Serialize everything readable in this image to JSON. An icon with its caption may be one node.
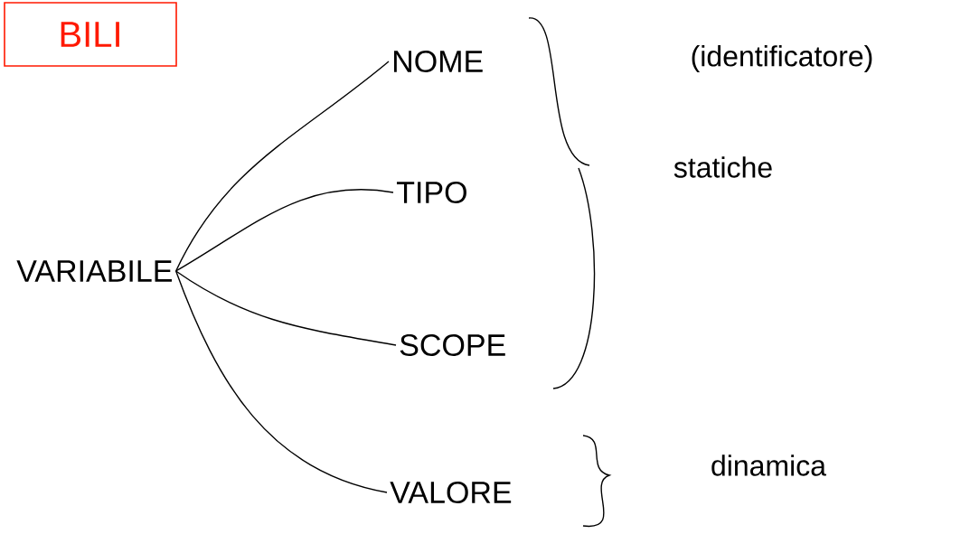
{
  "diagram": {
    "nodes": [
      {
        "text": [
          "BILI"
        ]
      },
      {
        "text": [
          "VARIABILE"
        ]
      },
      {
        "text": [
          "NOME"
        ]
      },
      {
        "text": [
          "TIPO"
        ]
      },
      {
        "text": [
          "SCOPE"
        ]
      },
      {
        "text": [
          "VALORE"
        ]
      }
    ],
    "edges": [
      {
        "from": 1,
        "to": 2,
        "arrow": "none"
      },
      {
        "from": 1,
        "to": 3,
        "arrow": "none"
      },
      {
        "from": 1,
        "to": 4,
        "arrow": "none"
      },
      {
        "from": 1,
        "to": 5,
        "arrow": "none"
      }
    ],
    "labels": [
      "(identificatore)",
      "statiche",
      "dinamica"
    ]
  }
}
